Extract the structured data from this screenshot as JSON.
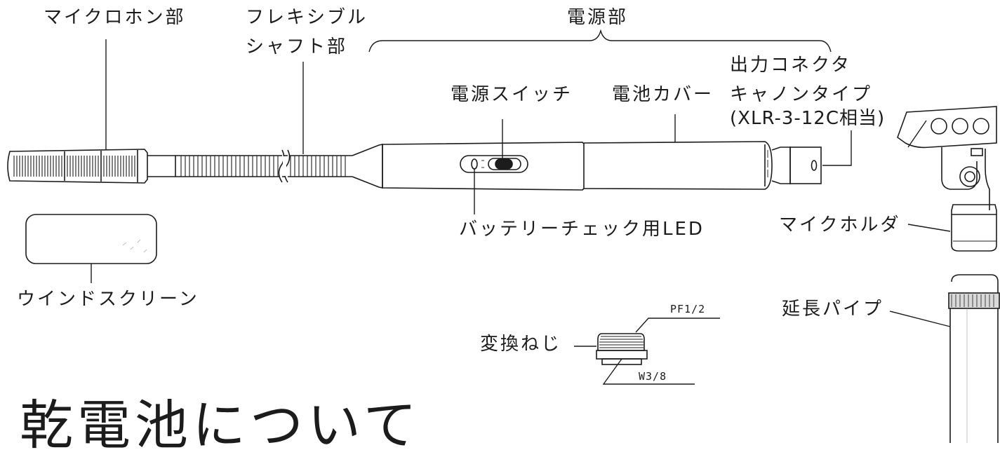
{
  "labels": {
    "mic_unit": "マイクロホン部",
    "flex_shaft_line1": "フレキシブル",
    "flex_shaft_line2": "シャフト部",
    "power_section": "電源部",
    "power_switch": "電源スイッチ",
    "battery_cover": "電池カバー",
    "output_connector_line1": "出力コネクタ",
    "output_connector_line2": "キャノンタイプ",
    "output_connector_line3": "(XLR-3-12C相当)",
    "battery_check_led": "バッテリーチェック用LED",
    "mic_holder": "マイクホルダ",
    "windscreen": "ウインドスクリーン",
    "extension_pipe": "延長パイプ",
    "adapter_screw": "変換ねじ",
    "thread_pf": "PF1/2",
    "thread_w": "W3/8"
  },
  "section_heading": "乾電池について",
  "colors": {
    "ink": "#1c1c1c",
    "paper": "#ffffff",
    "shade": "#d9d9d9"
  }
}
